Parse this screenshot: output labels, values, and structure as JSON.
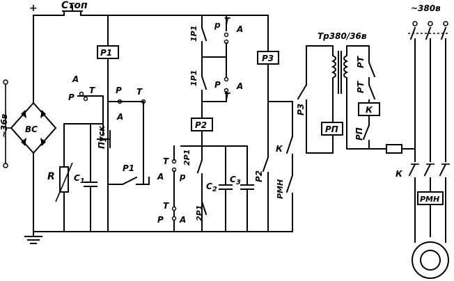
{
  "labels": {
    "plus": "+",
    "stop": "Стоп",
    "supply_dc": "~36в",
    "bridge": "ВС",
    "r": "R",
    "c1": "C",
    "c1_sub": "1",
    "a_left": "А",
    "t_left": "Т",
    "p_left": "Р",
    "pusk": "Пуск",
    "p_sw": "Р",
    "t_sw": "Т",
    "a_sw": "А",
    "p1_coil": "Р1",
    "p1_contact": "Р1",
    "p1_top": "1Р1",
    "p1_mid": "1Р1",
    "p2_coil": "Р2",
    "p3_coil": "Р3",
    "p_top": "р",
    "t_top": "Т",
    "a_top": "А",
    "p_mid": "Р",
    "a_mid": "А",
    "t_mid": "Т",
    "t_low": "Т",
    "a_low": "А",
    "p_low": "р",
    "p2_low": "2Р1",
    "p1_2": "2Р1",
    "c2": "C",
    "c2_sub": "2",
    "c3": "C",
    "c3_sub": "3",
    "p2_contact": "Р2",
    "k_contact": "К",
    "rmn_contact": "РМН",
    "t_bot": "Т",
    "p_bot": "Р",
    "a_bot": "А",
    "p3_contact": "Р3",
    "tr": "Тр380/36в",
    "rp_coil": "РП",
    "rt1": "РТ",
    "rt2": "РТ",
    "k_coil": "К",
    "rp_contact": "РП",
    "supply_ac": "~380в",
    "k_main": "К",
    "rmn_box": "РМН"
  }
}
